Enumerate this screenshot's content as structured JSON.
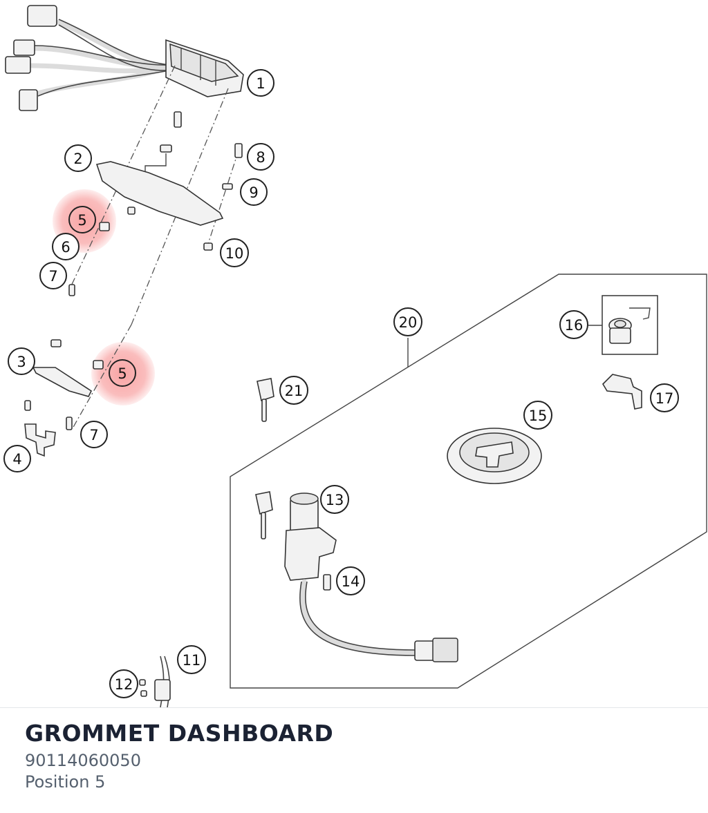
{
  "diagram": {
    "callouts": [
      "1",
      "2",
      "3",
      "4",
      "5",
      "5",
      "6",
      "7",
      "7",
      "8",
      "9",
      "10",
      "11",
      "12",
      "13",
      "14",
      "15",
      "16",
      "17",
      "20",
      "21"
    ],
    "highlight_color": "#f35a5a"
  },
  "part": {
    "name": "GROMMET DASHBOARD",
    "number": "90114060050",
    "position": "Position 5"
  }
}
